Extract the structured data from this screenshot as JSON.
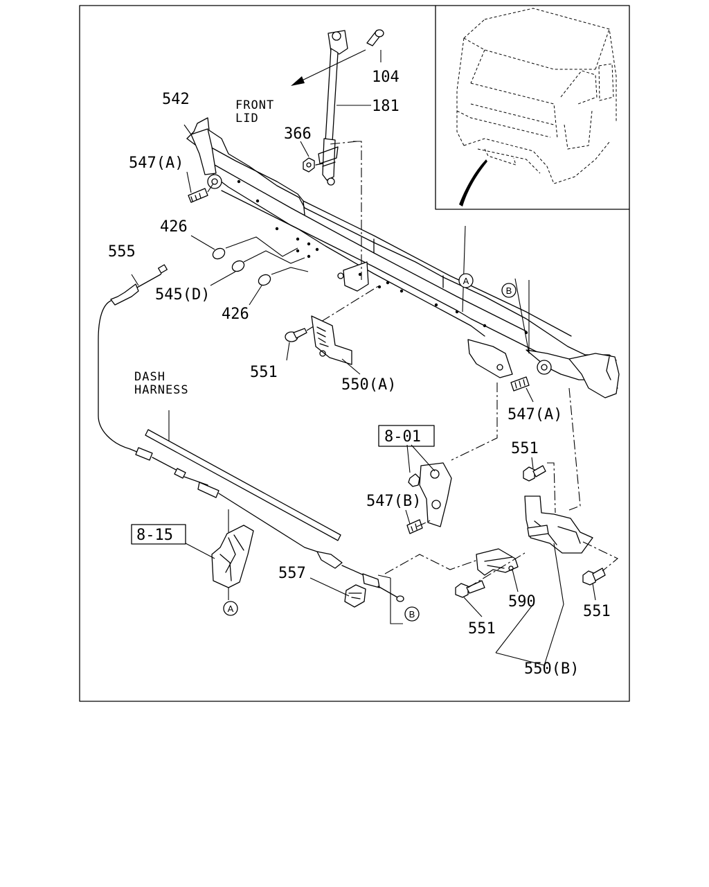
{
  "callouts": {
    "p104": "104",
    "p181": "181",
    "p542": "542",
    "p366": "366",
    "p547a_top": "547(A)",
    "p426_top": "426",
    "p426_bottom": "426",
    "p555": "555",
    "p545d": "545(D)",
    "p551_left": "551",
    "p550a": "550(A)",
    "p547a_right": "547(A)",
    "p551_right_top": "551",
    "p547b": "547(B)",
    "p557": "557",
    "p590": "590",
    "p551_bottom": "551",
    "p551_right_bottom": "551",
    "p550b": "550(B)"
  },
  "notes": {
    "front_lid_line1": "FRONT",
    "front_lid_line2": "LID",
    "dash_harness_line1": "DASH",
    "dash_harness_line2": "HARNESS"
  },
  "reference_boxes": {
    "ref_801": "8-01",
    "ref_815": "8-15"
  },
  "circle_markers": {
    "a_bar": "A",
    "a_bottom": "A",
    "b_bar": "B",
    "b_bottom": "B"
  }
}
